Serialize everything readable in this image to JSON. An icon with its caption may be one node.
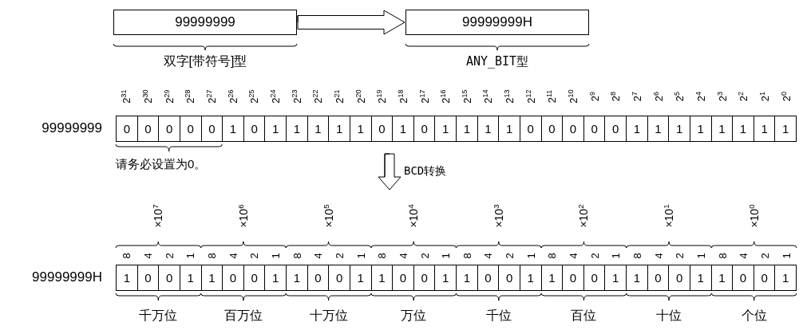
{
  "diagram": {
    "nodes": [
      {
        "text": [
          "99999999"
        ]
      },
      {
        "text": [
          "99999999H"
        ]
      },
      {
        "text": [
          "0",
          "0",
          "0",
          "0",
          "0",
          "1",
          "0",
          "1",
          "1",
          "1",
          "1",
          "1",
          "0",
          "1",
          "0",
          "1",
          "1",
          "1",
          "1",
          "0",
          "0",
          "0",
          "0",
          "0",
          "1",
          "1",
          "1",
          "1",
          "1",
          "1",
          "1",
          "1"
        ],
        "beside": [
          "99999999"
        ]
      },
      {
        "text": [
          "1",
          "0",
          "0",
          "1",
          "1",
          "0",
          "0",
          "1",
          "1",
          "0",
          "0",
          "1",
          "1",
          "0",
          "0",
          "1",
          "1",
          "0",
          "0",
          "1",
          "1",
          "0",
          "0",
          "1",
          "1",
          "0",
          "0",
          "1",
          "1",
          "0",
          "0",
          "1"
        ],
        "beside": [
          "99999999H"
        ]
      }
    ],
    "edges": [
      {
        "from": 0,
        "to": 1,
        "arrow": "to"
      },
      {
        "from": 2,
        "to": 3,
        "arrow": "to",
        "label": "BCD转换"
      }
    ],
    "labels": [
      "双字[带符号]型",
      "ANY_BIT型",
      "2$^{31}$",
      "2$^{30}$",
      "2$^{29}$",
      "2$^{28}$",
      "2$^{27}$",
      "2$^{26}$",
      "2$^{25}$",
      "2$^{24}$",
      "2$^{23}$",
      "2$^{22}$",
      "2$^{21}$",
      "2$^{20}$",
      "2$^{19}$",
      "2$^{18}$",
      "2$^{17}$",
      "2$^{16}$",
      "2$^{15}$",
      "2$^{14}$",
      "2$^{13}$",
      "2$^{12}$",
      "2$^{11}$",
      "2$^{10}$",
      "2$^{9}$",
      "2$^{8}$",
      "2$^{7}$",
      "2$^{6}$",
      "2$^{5}$",
      "2$^{4}$",
      "2$^{3}$",
      "2$^{2}$",
      "2$^{1}$",
      "2$^{0}$",
      "请务必设置为0。",
      "×10$^{7}$",
      "×10$^{6}$",
      "×10$^{5}$",
      "×10$^{4}$",
      "×10$^{3}$",
      "×10$^{2}$",
      "×10$^{1}$",
      "×10$^{0}$",
      "8",
      "4",
      "2",
      "1",
      "8",
      "4",
      "2",
      "1",
      "8",
      "4",
      "2",
      "1",
      "8",
      "4",
      "2",
      "1",
      "8",
      "4",
      "2",
      "1",
      "8",
      "4",
      "2",
      "1",
      "8",
      "4",
      "2",
      "1",
      "8",
      "4",
      "2",
      "1",
      "千万位",
      "百万位",
      "十万位",
      "万位",
      "千位",
      "百位",
      "十位",
      "个位"
    ]
  }
}
